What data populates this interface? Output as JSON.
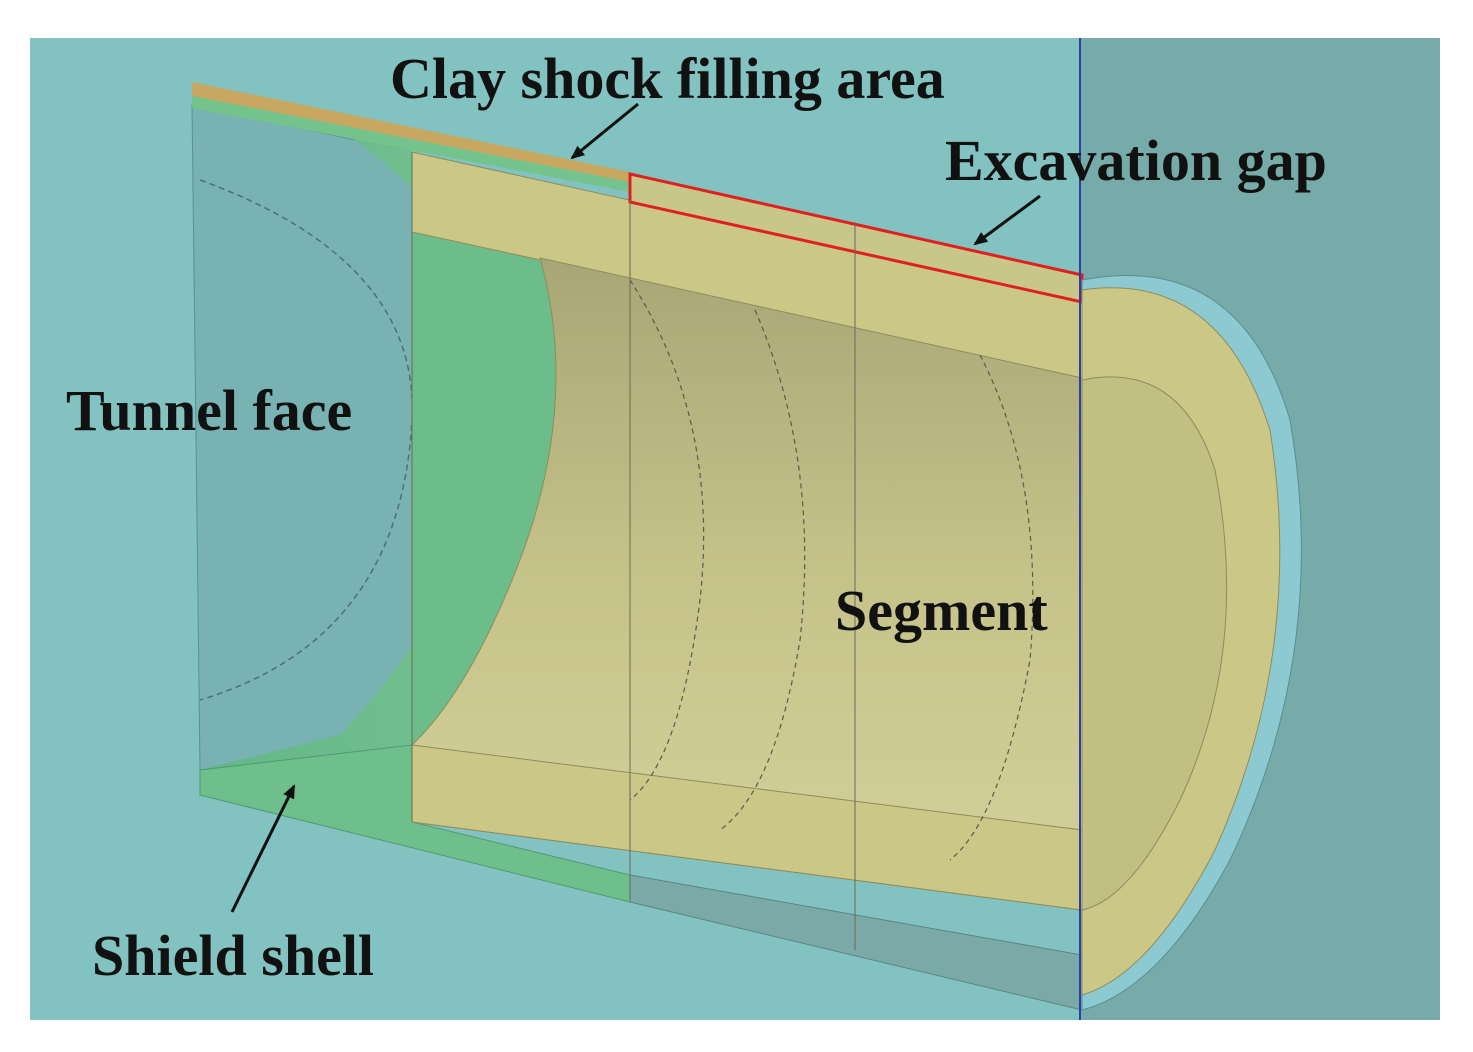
{
  "labels": {
    "clay_shock": "Clay shock filling area",
    "excavation_gap": "Excavation gap",
    "tunnel_face": "Tunnel face",
    "segment": "Segment",
    "shield_shell": "Shield shell"
  },
  "colors": {
    "background": "#82c2c0",
    "right_panel": "#76abaa",
    "segment": "#c9c68a",
    "shield_shell": "#6fbf8c",
    "clay_layer": "#c8a860",
    "excavation_gap_outline": "#e02020",
    "section_line": "#2a3fa8"
  }
}
